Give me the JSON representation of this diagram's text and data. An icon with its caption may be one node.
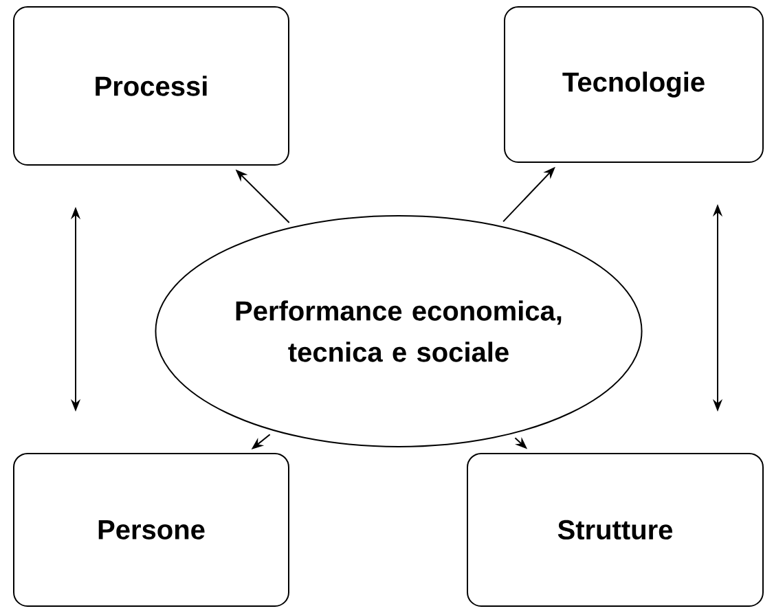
{
  "diagram": {
    "nodes": [
      {
        "text": [
          "Processi"
        ]
      },
      {
        "text": [
          "Tecnologie"
        ]
      },
      {
        "text": [
          "Performance economica, tecnica e sociale"
        ]
      },
      {
        "text": [
          "Persone"
        ]
      },
      {
        "text": [
          "Strutture"
        ]
      }
    ],
    "edges": [
      {
        "from": 2,
        "to": 0,
        "arrow": "to"
      },
      {
        "from": 2,
        "to": 1,
        "arrow": "to"
      },
      {
        "from": 2,
        "to": 3,
        "arrow": "to"
      },
      {
        "from": 2,
        "to": 4,
        "arrow": "to"
      },
      {
        "from": 0,
        "to": 3,
        "arrow": "both"
      },
      {
        "from": 1,
        "to": 4,
        "arrow": "both"
      }
    ]
  }
}
